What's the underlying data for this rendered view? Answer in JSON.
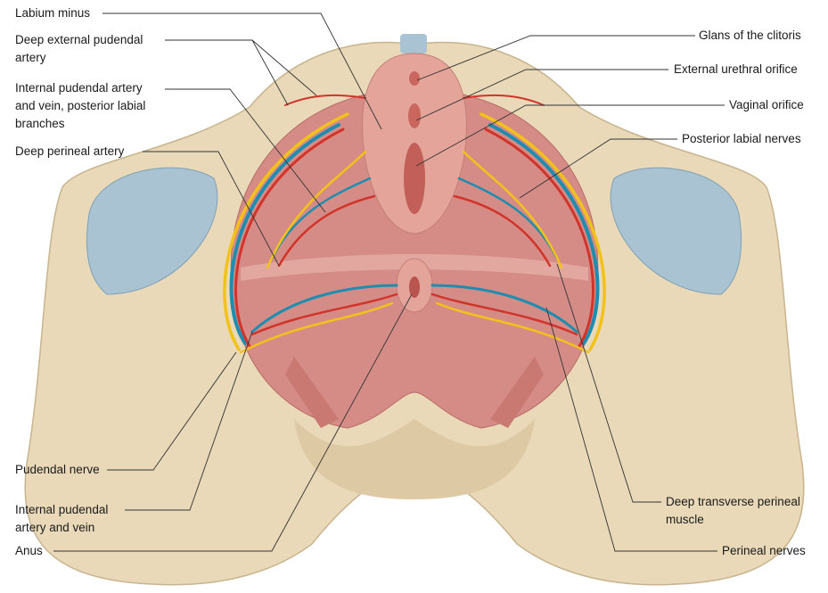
{
  "labels": {
    "labium_minus": "Labium minus",
    "deep_external_pudendal_artery_1": "Deep external pudendal",
    "deep_external_pudendal_artery_2": "artery",
    "internal_pudendal_labial_1": "Internal pudendal artery",
    "internal_pudendal_labial_2": "and vein, posterior labial",
    "internal_pudendal_labial_3": "branches",
    "deep_perineal_artery": "Deep perineal artery",
    "pudendal_nerve": "Pudendal nerve",
    "internal_pudendal_av_1": "Internal pudendal",
    "internal_pudendal_av_2": "artery and vein",
    "anus": "Anus",
    "glans_clitoris": "Glans of the clitoris",
    "external_urethral_orifice": "External urethral orifice",
    "vaginal_orifice": "Vaginal orifice",
    "posterior_labial_nerves": "Posterior labial nerves",
    "deep_transverse_perineal_1": "Deep transverse perineal",
    "deep_transverse_perineal_2": "muscle",
    "perineal_nerves": "Perineal nerves"
  },
  "colors": {
    "bone": "#e9d9b8",
    "muscle": "#d68c86",
    "cartilage": "#a9c3d2",
    "nerve": "#f2c21b",
    "artery": "#d1342a",
    "vein": "#1f8db0"
  }
}
